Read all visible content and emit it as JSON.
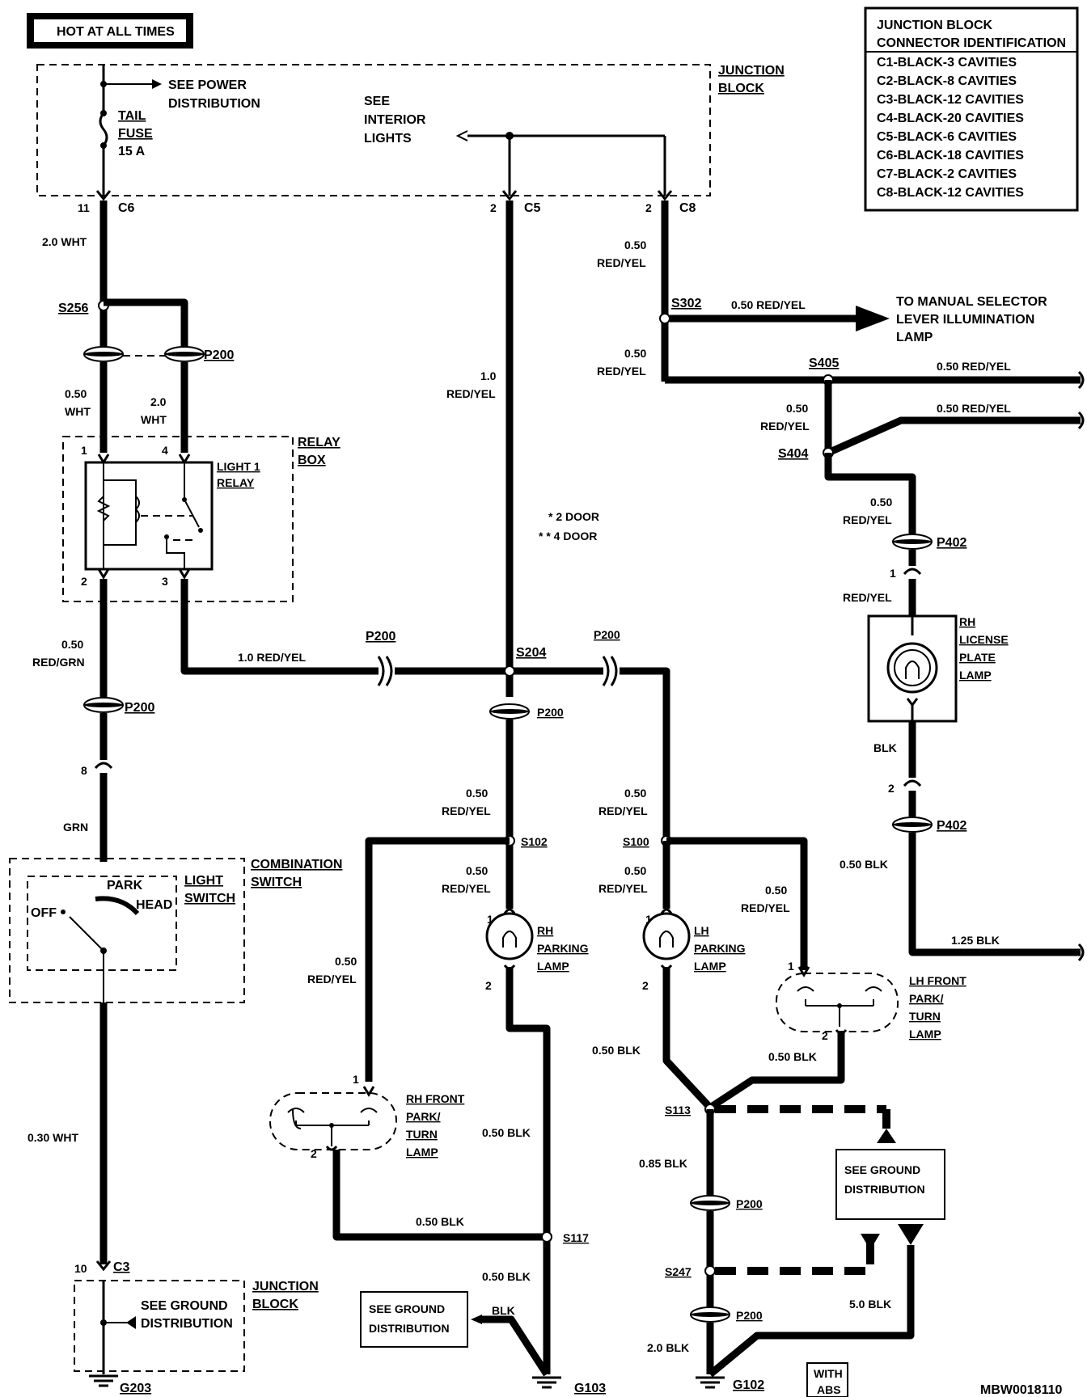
{
  "hot_label": "HOT AT ALL TIMES",
  "figure_id": "MBW0018110",
  "legend": {
    "title_line1": "JUNCTION BLOCK",
    "title_line2": "CONNECTOR IDENTIFICATION",
    "rows": [
      "C1-BLACK-3 CAVITIES",
      "C2-BLACK-8 CAVITIES",
      "C3-BLACK-12 CAVITIES",
      "C4-BLACK-20 CAVITIES",
      "C5-BLACK-6 CAVITIES",
      "C6-BLACK-18 CAVITIES",
      "C7-BLACK-2 CAVITIES",
      "C8-BLACK-12 CAVITIES"
    ]
  },
  "notes": {
    "two_door": "* 2 DOOR",
    "four_door": "* * 4 DOOR"
  },
  "components": {
    "junction_block_top": [
      "JUNCTION",
      "BLOCK"
    ],
    "see_power": [
      "SEE POWER",
      "DISTRIBUTION"
    ],
    "tail_fuse": [
      "TAIL",
      "FUSE",
      "15 A"
    ],
    "see_interior": [
      "SEE",
      "INTERIOR",
      "LIGHTS"
    ],
    "relay_box": [
      "RELAY",
      "BOX"
    ],
    "light_relay": [
      "LIGHT 1",
      "RELAY"
    ],
    "combination_switch": [
      "COMBINATION",
      "SWITCH"
    ],
    "light_switch": [
      "LIGHT",
      "SWITCH"
    ],
    "switch_positions": {
      "off": "OFF",
      "park": "PARK",
      "head": "HEAD"
    },
    "junction_block_bottom": [
      "JUNCTION",
      "BLOCK"
    ],
    "see_ground_jb": [
      "SEE GROUND",
      "DISTRIBUTION"
    ],
    "see_ground_left": [
      "SEE GROUND",
      "DISTRIBUTION"
    ],
    "see_ground_right": [
      "SEE GROUND",
      "DISTRIBUTION"
    ],
    "manual_selector": [
      "TO MANUAL SELECTOR",
      "LEVER ILLUMINATION",
      "LAMP"
    ],
    "rh_license": [
      "RH",
      "LICENSE",
      "PLATE",
      "LAMP"
    ],
    "rh_parking": [
      "RH",
      "PARKING",
      "LAMP"
    ],
    "lh_parking": [
      "LH",
      "PARKING",
      "LAMP"
    ],
    "rh_front": [
      "RH FRONT",
      "PARK/",
      "TURN",
      "LAMP"
    ],
    "lh_front": [
      "LH FRONT",
      "PARK/",
      "TURN",
      "LAMP"
    ],
    "with_abs": [
      "WITH",
      "ABS"
    ]
  },
  "connectors": {
    "c6": "C6",
    "c5": "C5",
    "c8": "C8",
    "c3": "C3",
    "p200": "P200",
    "p402": "P402"
  },
  "splices": {
    "s256": "S256",
    "s302": "S302",
    "s405": "S405",
    "s404": "S404",
    "s204": "S204",
    "s102": "S102",
    "s100": "S100",
    "s113": "S113",
    "s117": "S117",
    "s247": "S247"
  },
  "grounds": {
    "g203": "G203",
    "g103": "G103",
    "g102": "G102"
  },
  "pins": {
    "p11": "11",
    "p2": "2",
    "p1": "1",
    "p4": "4",
    "p3": "3",
    "p8": "8",
    "p10": "10"
  },
  "wires": {
    "w_2_0": "2.0",
    "w_0_50": "0.50",
    "w_1_0": "1.0",
    "wht": "WHT",
    "red_yel": "RED/YEL",
    "red_grn": "RED/GRN",
    "grn": "GRN",
    "blk": "BLK",
    "w_2_0_wht": "2.0 WHT",
    "w_0_30_wht": "0.30 WHT",
    "w_1_0_red_yel": "1.0 RED/YEL",
    "w_0_50_red_yel": "0.50 RED/YEL",
    "w_0_50_blk": "0.50 BLK",
    "w_0_85_blk": "0.85 BLK",
    "w_2_0_blk": "2.0 BLK",
    "w_5_0_blk": "5.0 BLK",
    "w_1_25_blk": "1.25 BLK"
  }
}
